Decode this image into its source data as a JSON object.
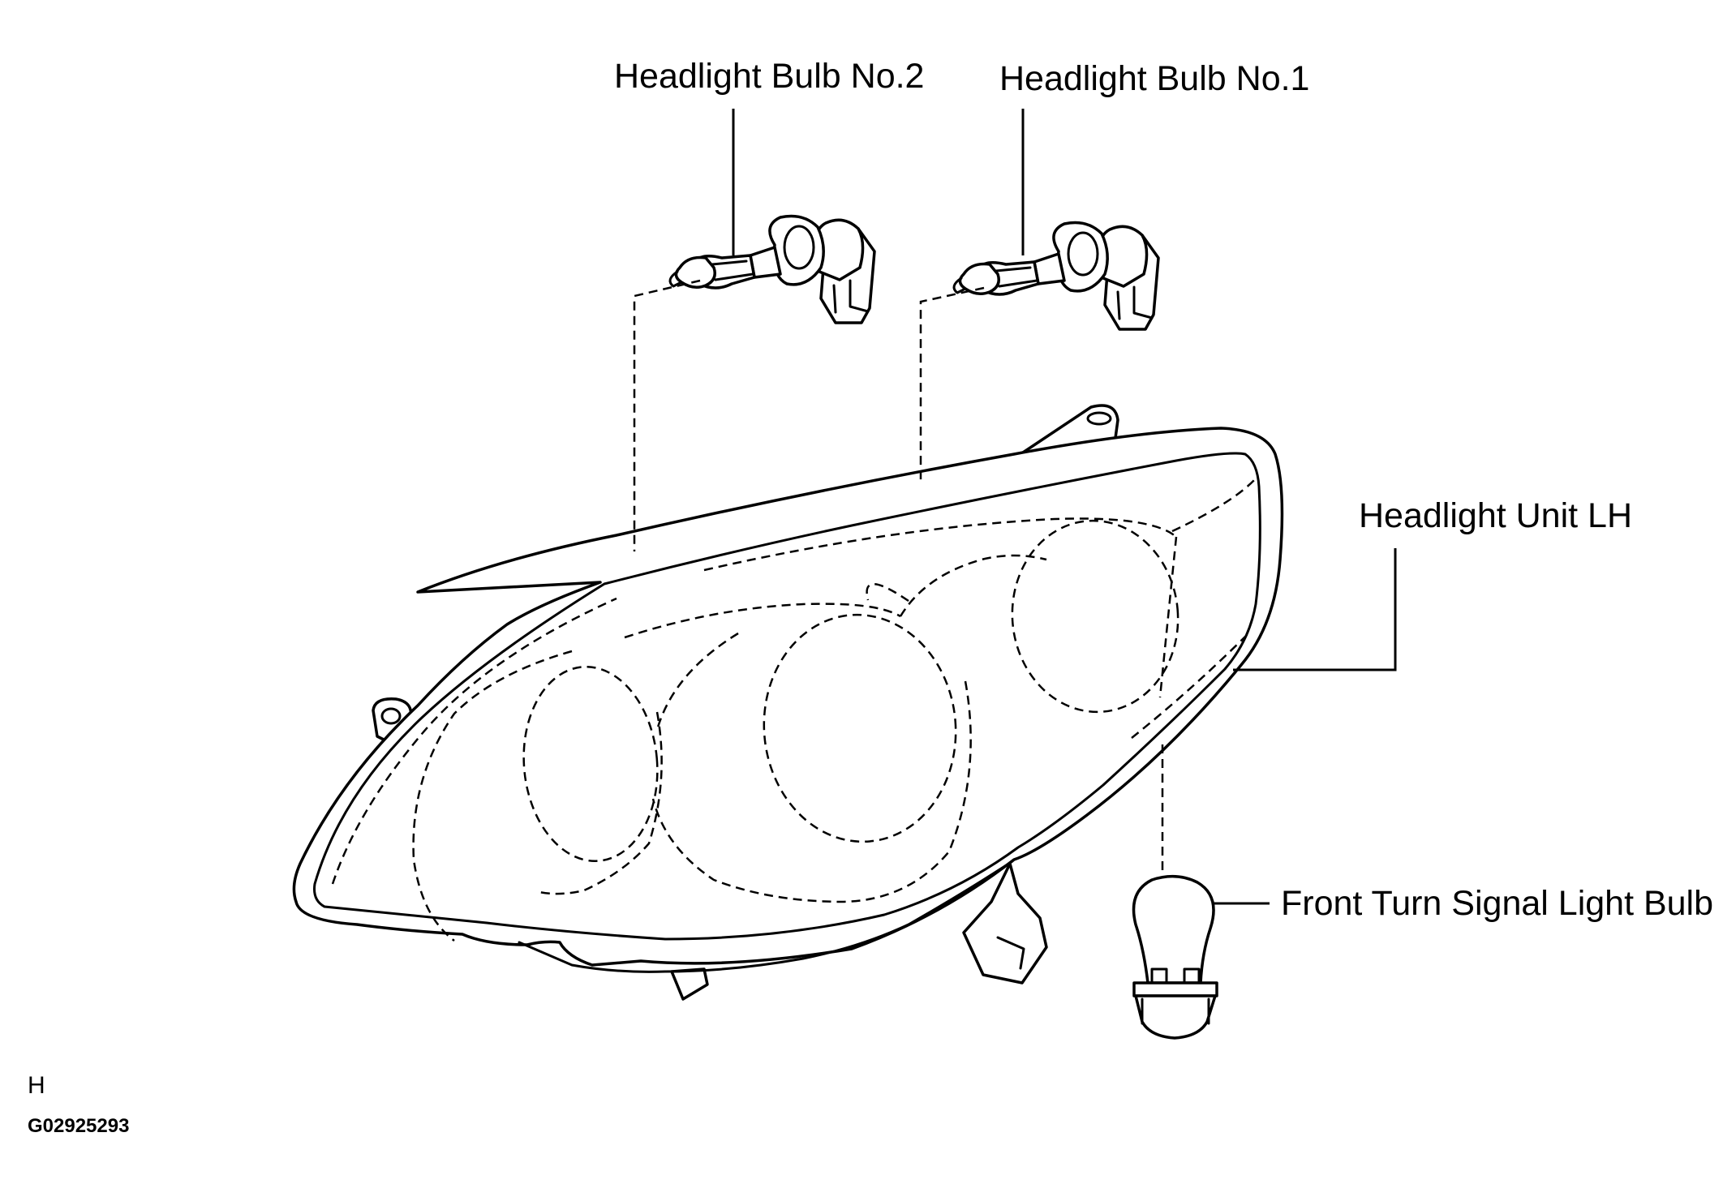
{
  "labels": {
    "bulb_no2": "Headlight Bulb No.2",
    "bulb_no1": "Headlight Bulb No.1",
    "headlight_unit": "Headlight Unit LH",
    "turn_signal_bulb": "Front Turn Signal Light Bulb"
  },
  "footer": {
    "view_letter": "H",
    "figure_code": "G02925293"
  }
}
